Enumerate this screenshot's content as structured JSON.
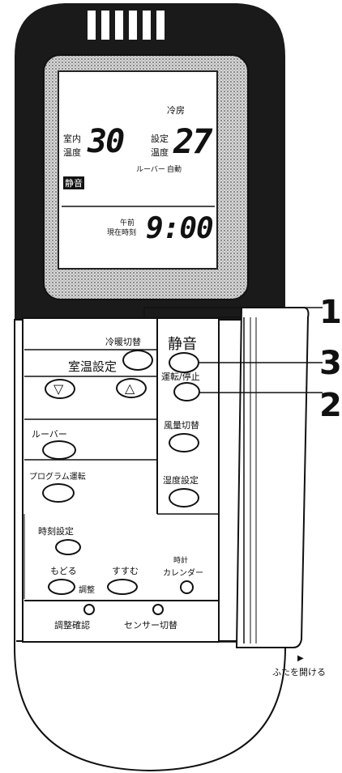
{
  "lcd": {
    "mode": "冷房",
    "room_label_1": "室内",
    "room_label_2": "温度",
    "room_temp": "30",
    "set_label_1": "設定",
    "set_label_2": "温度",
    "set_temp": "27",
    "louver_label": "ルーバー",
    "louver_value": "自動",
    "quiet_tag": "静音",
    "ampm": "午前",
    "clock_label": "現在時刻",
    "time": "9:00"
  },
  "buttons": {
    "cool_heat": "冷暖切替",
    "quiet": "静音",
    "room_temp_setting": "室温設定",
    "run_stop": "運転/停止",
    "louver": "ルーバー",
    "fan_speed": "風量切替",
    "program": "プログラム運転",
    "humidity": "湿度設定",
    "clock_set": "時刻設定",
    "back": "もどる",
    "forward": "すすむ",
    "adjust": "調整",
    "clock_calendar_1": "時計",
    "clock_calendar_2": "カレンダー",
    "adjust_confirm": "調整確認",
    "sensor_switch": "センサー切替",
    "down_symbol": "▽",
    "up_symbol": "△"
  },
  "callouts": [
    "1",
    "3",
    "2"
  ],
  "lid_note": "ふたを開ける",
  "lid_arrow": "▶"
}
